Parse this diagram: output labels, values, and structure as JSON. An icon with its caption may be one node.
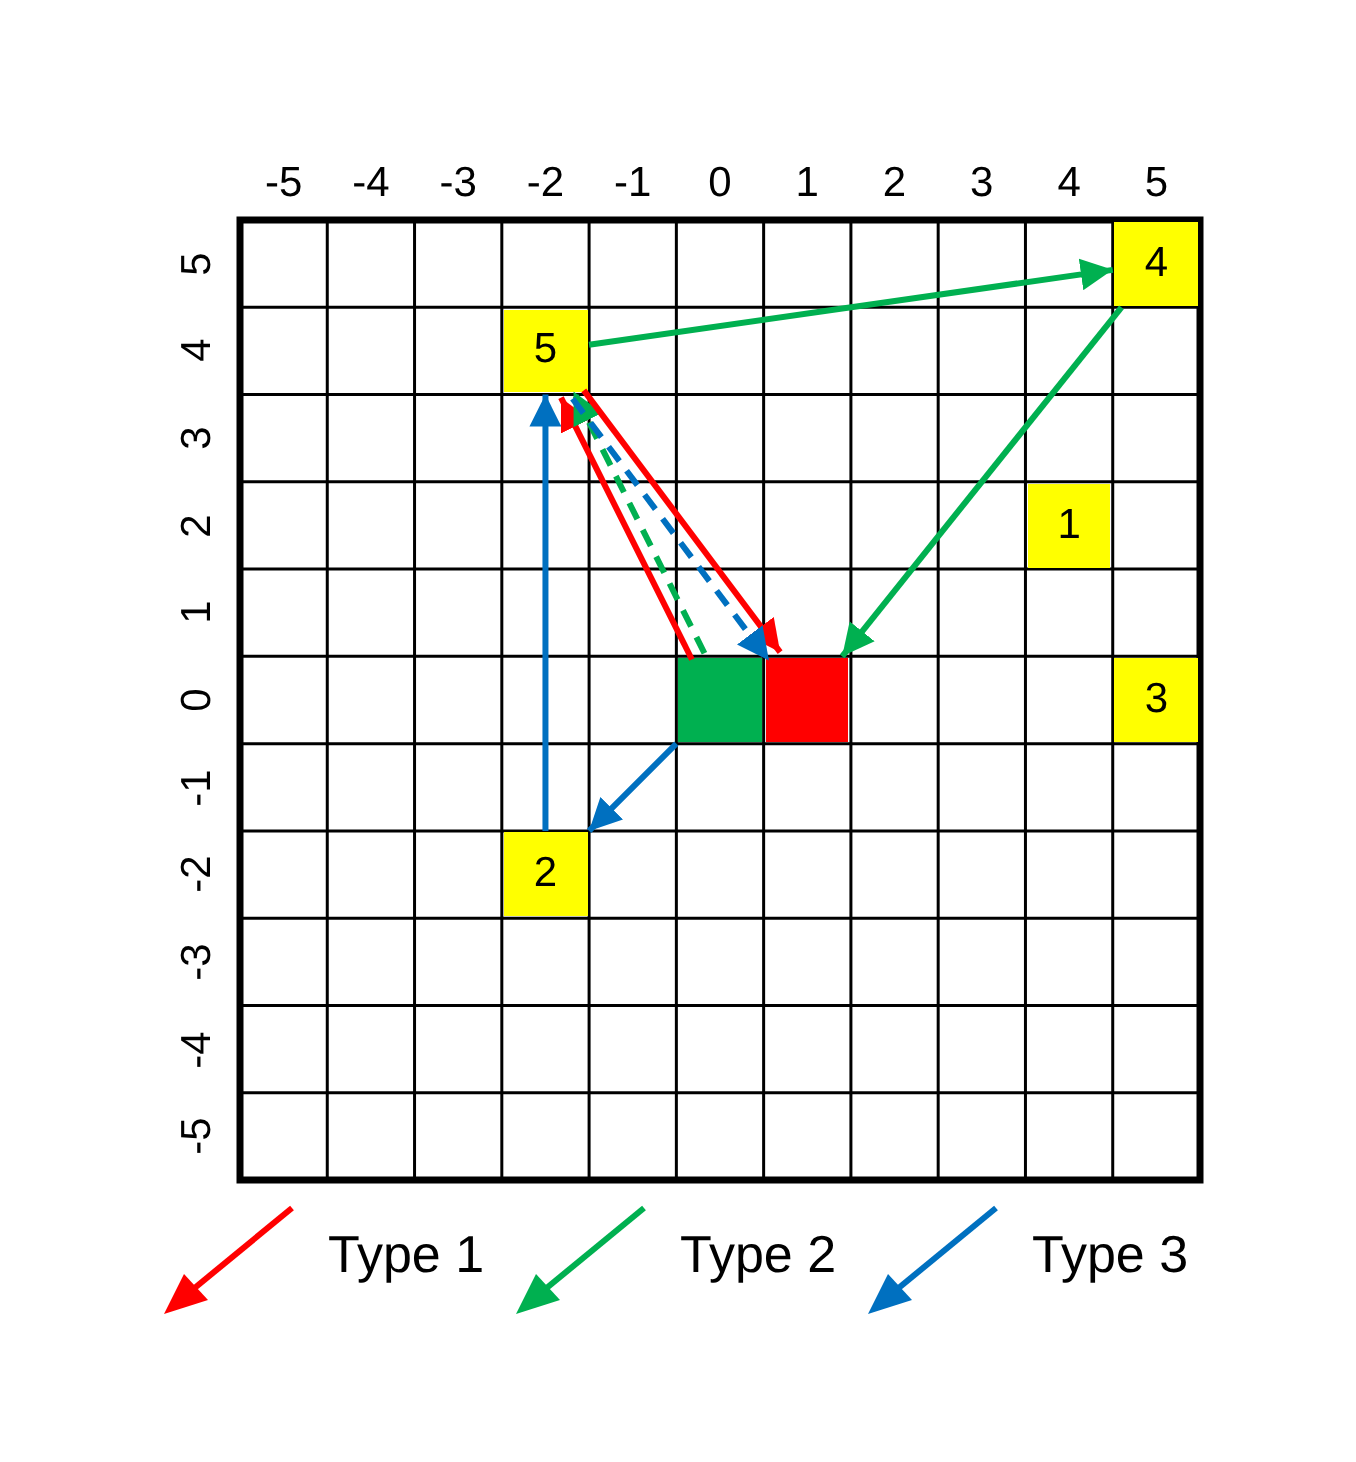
{
  "diagram": {
    "nodes": [
      {
        "text": [
          "4"
        ]
      },
      {
        "text": [
          "5"
        ]
      },
      {
        "text": [
          "1"
        ]
      },
      {
        "text": [],
        "shape": "box"
      },
      {
        "text": [],
        "shape": "box"
      },
      {
        "text": [
          "3"
        ]
      },
      {
        "text": [
          "2"
        ]
      }
    ],
    "edges": [
      {
        "from": 3,
        "to": 1,
        "arrow": "to",
        "color": "#ff0000"
      },
      {
        "from": 3,
        "to": 1,
        "arrow": "to",
        "style": "dashed",
        "color": "#00b050"
      },
      {
        "from": 1,
        "to": 0,
        "arrow": "to",
        "color": "#00b050"
      },
      {
        "from": 0,
        "to": 4,
        "arrow": "to",
        "color": "#00b050"
      },
      {
        "from": 1,
        "to": 4,
        "arrow": "to",
        "color": "#ff0000"
      },
      {
        "from": 1,
        "to": 4,
        "arrow": "to",
        "style": "dashed",
        "color": "#0070c0"
      },
      {
        "from": 3,
        "to": 6,
        "arrow": "to",
        "color": "#0070c0"
      },
      {
        "from": 6,
        "to": 1,
        "arrow": "to",
        "color": "#0070c0"
      }
    ],
    "labels": [
      "-5",
      "-4",
      "-3",
      "-2",
      "-1",
      "0",
      "1",
      "2",
      "3",
      "4",
      "5",
      "5",
      "4",
      "3",
      "2",
      "1",
      "0",
      "-1",
      "-2",
      "-3",
      "-4",
      "-5"
    ],
    "legend": [
      {
        "text": "Type 1"
      },
      {
        "text": "Type 2"
      },
      {
        "text": "Type 3"
      }
    ]
  }
}
